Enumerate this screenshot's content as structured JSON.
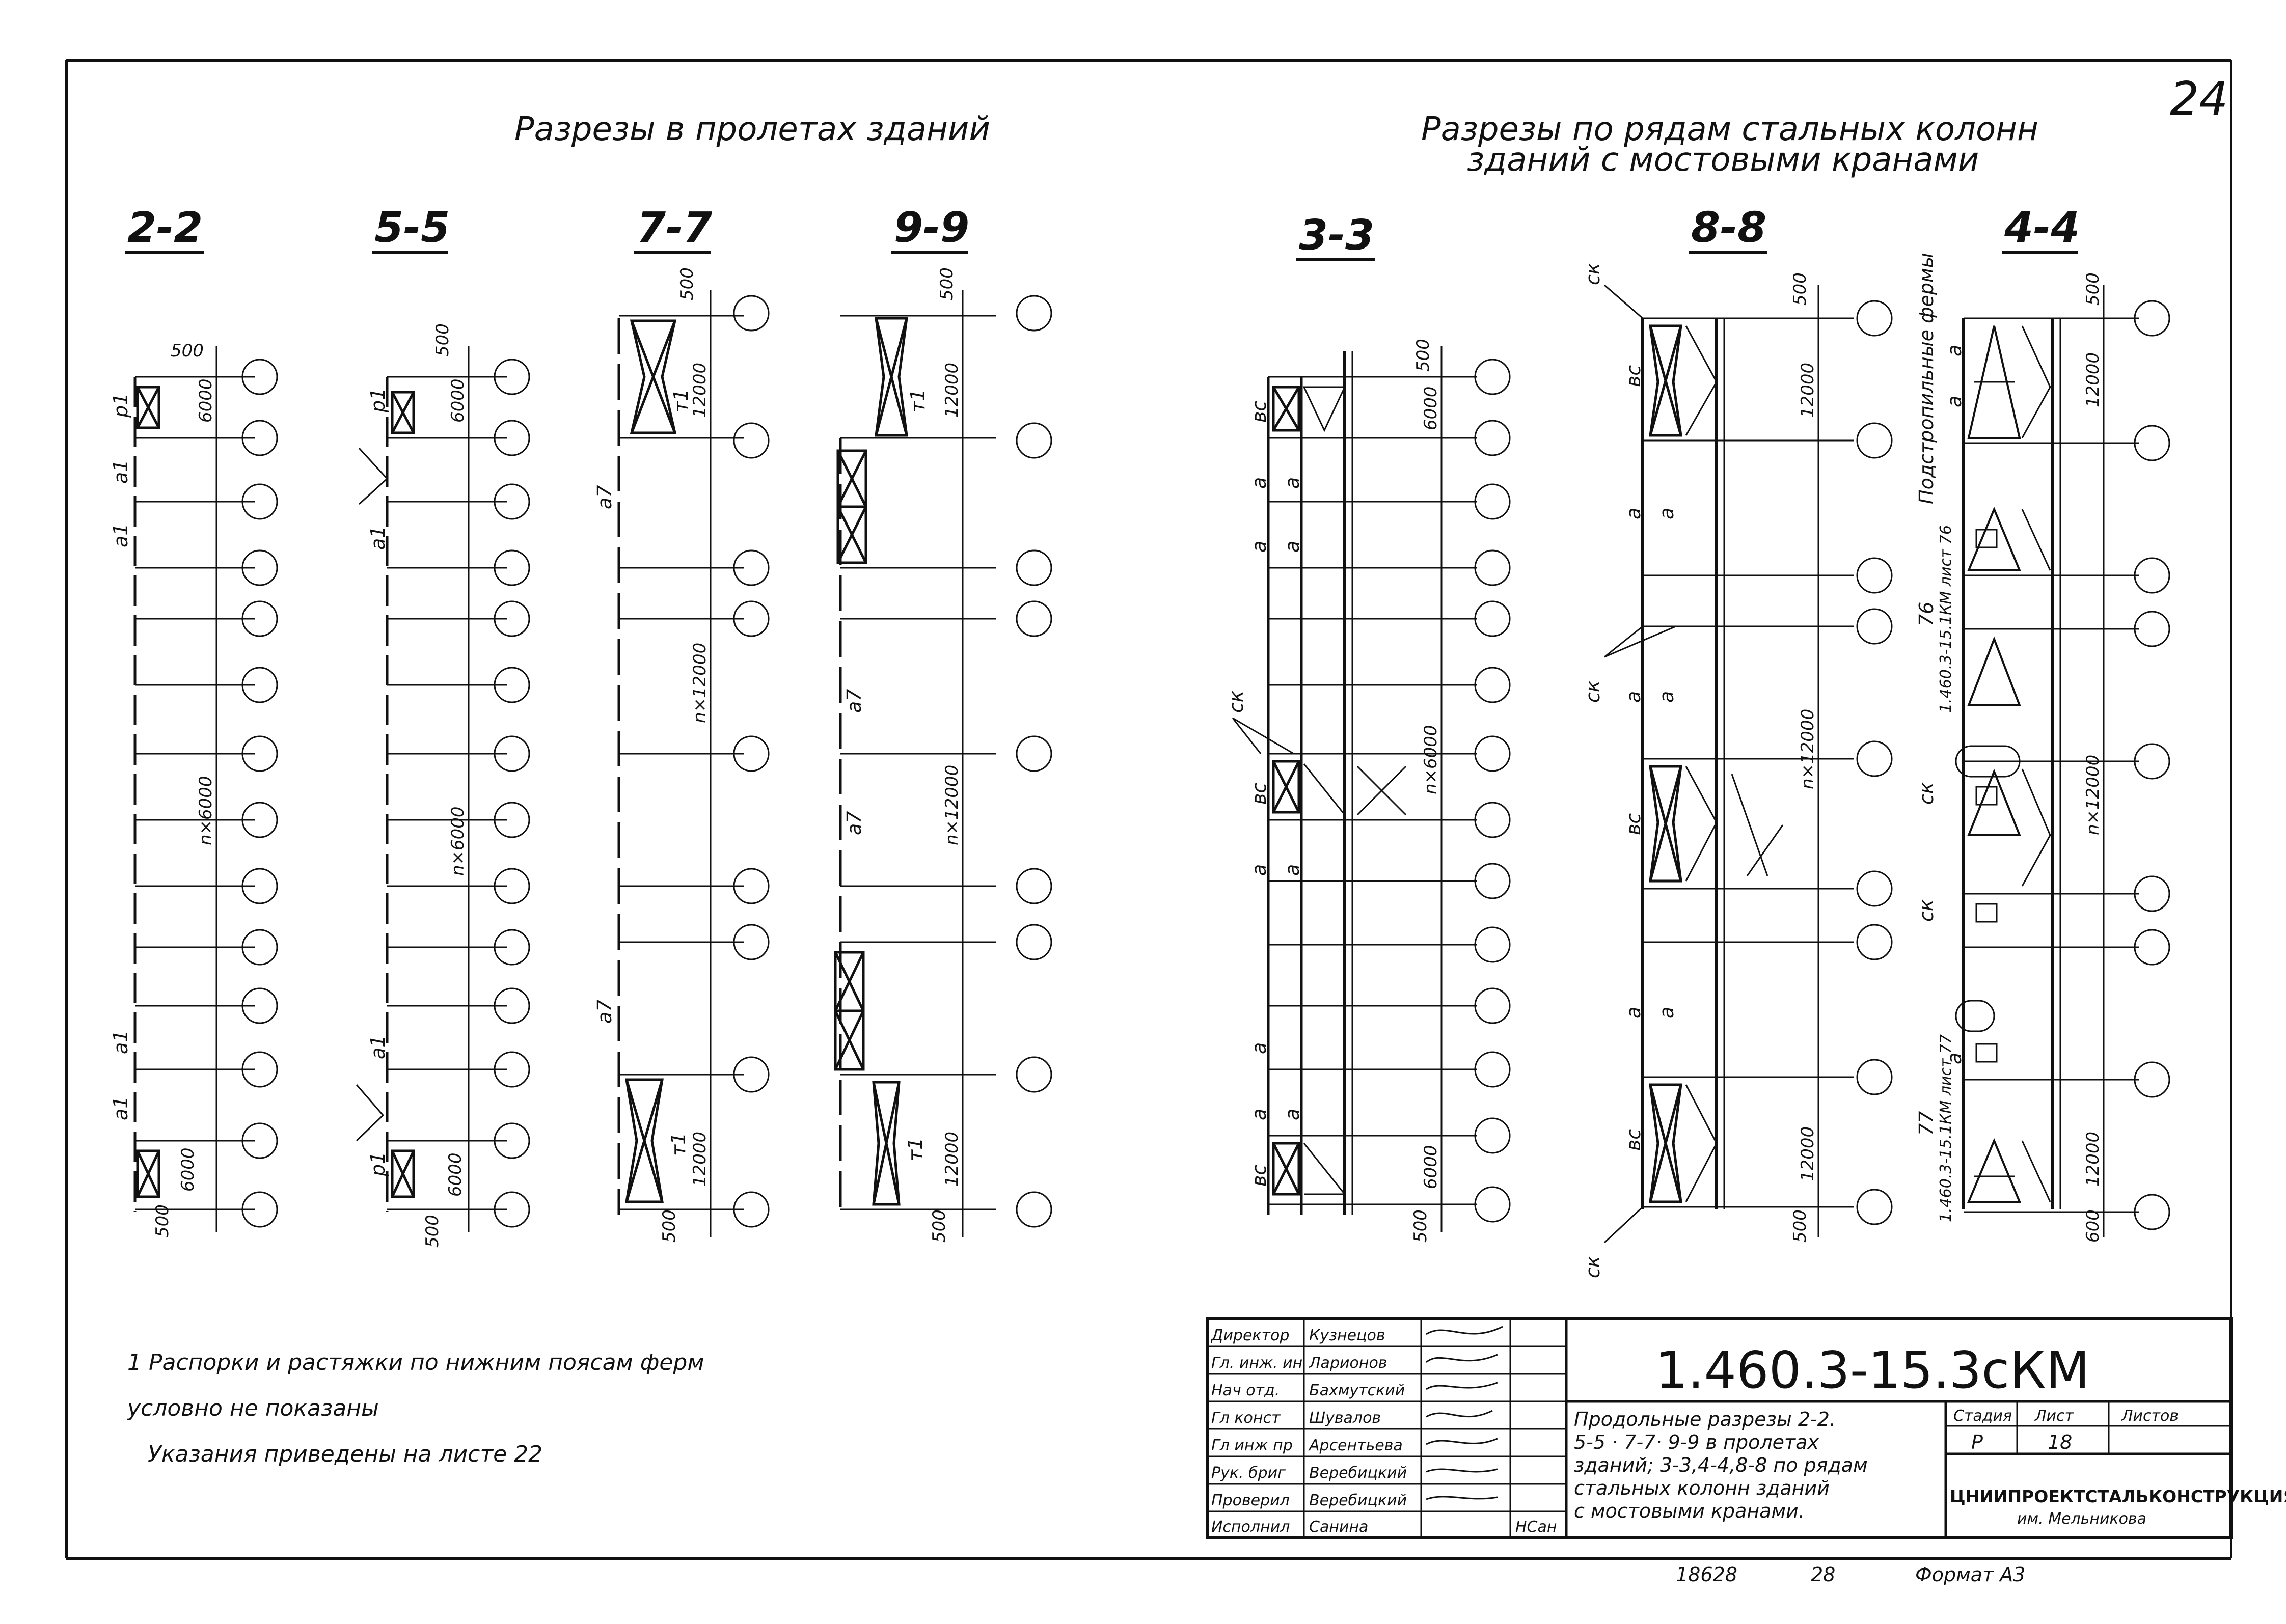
{
  "sheet_number": "24",
  "headings": {
    "left": "Разрезы в пролетах зданий",
    "right_line1": "Разрезы по рядам стальных колонн",
    "right_line2": "зданий с мостовыми кранами"
  },
  "sections": [
    {
      "id": "2-2",
      "label": "2-2"
    },
    {
      "id": "5-5",
      "label": "5-5"
    },
    {
      "id": "7-7",
      "label": "7-7"
    },
    {
      "id": "9-9",
      "label": "9-9"
    },
    {
      "id": "3-3",
      "label": "3-3"
    },
    {
      "id": "8-8",
      "label": "8-8"
    },
    {
      "id": "4-4",
      "label": "4-4"
    }
  ],
  "dimensions": {
    "d500": "500",
    "d6000": "6000",
    "d12000": "12000",
    "n6000": "n×6000",
    "n12000": "n×12000"
  },
  "member_labels": {
    "p1": "р1",
    "a1": "а1",
    "a7": "а7",
    "t1": "т1",
    "vs": "вс",
    "a": "а",
    "sk": "ск"
  },
  "side_notes": {
    "subtruss": "Подстропильные фермы",
    "ref76": "1.460.3-15.1КМ лист 76",
    "ref77": "1.460.3-15.1КМ лист 77",
    "n76": "76",
    "n77": "77"
  },
  "notes": {
    "line1": "1 Распорки и растяжки по нижним поясам ферм",
    "line2": "условно не показаны",
    "line3": "Указания приведены на листе 22"
  },
  "title_block": {
    "roles": [
      {
        "role": "Директор",
        "name": "Кузнецов"
      },
      {
        "role": "Гл. инж. ин",
        "name": "Ларионов"
      },
      {
        "role": "Нач отд.",
        "name": "Бахмутский"
      },
      {
        "role": "Гл конст",
        "name": "Шувалов"
      },
      {
        "role": "Гл инж пр",
        "name": "Арсентьева"
      },
      {
        "role": "Рук. бриг",
        "name": "Веребицкий"
      },
      {
        "role": "Проверил",
        "name": "Веребицкий"
      },
      {
        "role": "Исполнил",
        "name": "Санина"
      }
    ],
    "doc_code": "1.460.3-15.3сКМ",
    "description": [
      "Продольные разрезы 2-2.",
      "5-5 · 7-7· 9-9 в пролетах",
      "зданий; 3-3,4-4,8-8 по рядам",
      "стальных колонн зданий",
      "с мостовыми кранами."
    ],
    "stage_header": "Стадия",
    "sheet_header": "Лист",
    "sheets_header": "Листов",
    "stage": "Р",
    "sheet": "18",
    "organization": "ЦНИИПРОЕКТСТАЛЬКОНСТРУКЦИЯ",
    "organization_sub": "им. Мельникова"
  },
  "footer": {
    "inventory": "18628",
    "copy": "28",
    "format": "Формат А3"
  }
}
